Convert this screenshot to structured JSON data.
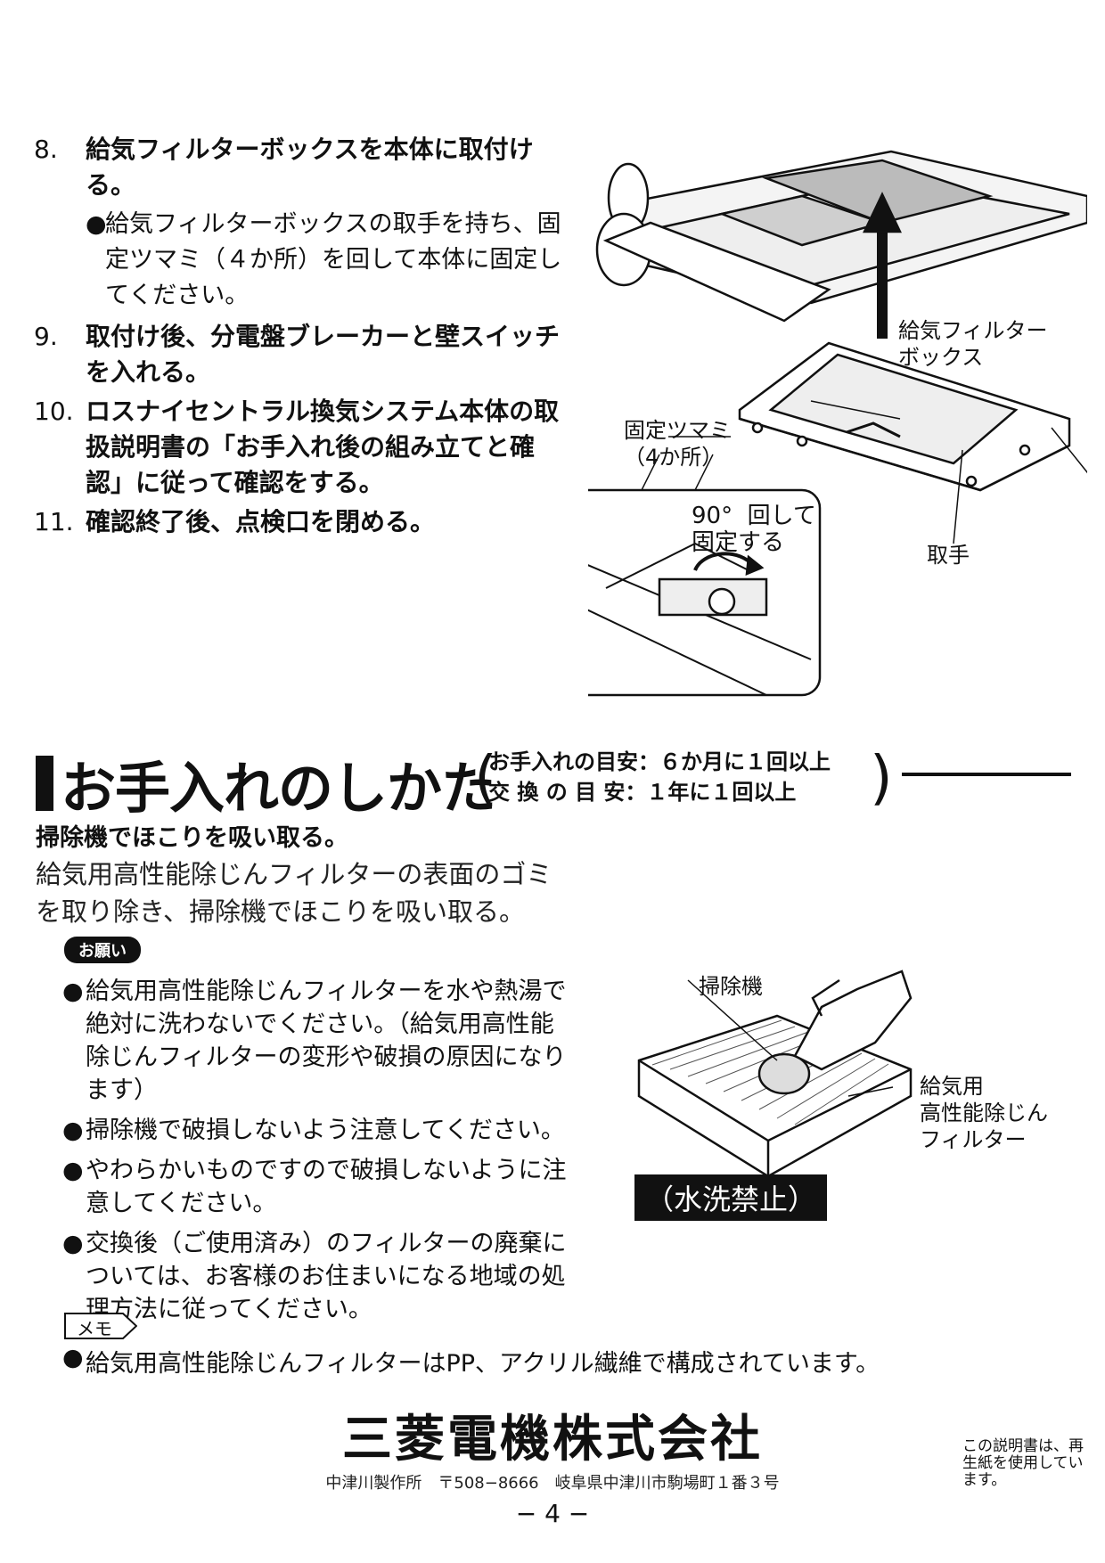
{
  "steps": [
    {
      "num": "8.",
      "text": "給気フィルターボックスを本体に取付ける。",
      "sub": "給気フィルターボックスの取手を持ち、固定ツマミ（４か所）を回して本体に固定してください。"
    },
    {
      "num": "9.",
      "text": "取付け後、分電盤ブレーカーと壁スイッチを入れる。"
    },
    {
      "num": "10.",
      "text": "ロスナイセントラル換気システム本体の取扱説明書の「お手入れ後の組み立てと確認」に従って確認をする。"
    },
    {
      "num": "11.",
      "text": "確認終了後、点検口を閉める。"
    }
  ],
  "bullet": "●",
  "figure1": {
    "label_box": "給気フィルター\nボックス",
    "label_knob": "固定ツマミ\n（4か所）",
    "label_rotate": "90°  回して\n固定する",
    "label_handle": "取手"
  },
  "section": {
    "title": "お手入れのしかた",
    "freq_line1": "お手入れの目安：６か月に１回以上",
    "freq_line2": "交 換 の 目 安：１年に１回以上",
    "paren_open": "(",
    "paren_close": ")",
    "subhead": "掃除機でほこりを吸い取る。",
    "lead": "給気用高性能除じんフィルターの表面のゴミを取り除き、掃除機でほこりを吸い取る。",
    "request_label": "お願い",
    "notes": [
      "給気用高性能除じんフィルターを水や熱湯で絶対に洗わないでください。（給気用高性能除じんフィルターの変形や破損の原因になります）",
      "掃除機で破損しないよう注意してください。",
      "やわらかいものですので破損しないように注意してください。",
      "交換後（ご使用済み）のフィルターの廃棄については、お客様のお住まいになる地域の処理方法に従ってください。"
    ],
    "memo_label": "メモ",
    "memo": "給気用高性能除じんフィルターはPP、アクリル繊維で構成されています。"
  },
  "figure2": {
    "label_vacuum": "掃除機",
    "label_filter": "給気用\n高性能除じん\nフィルター",
    "no_wash": "（水洗禁止）"
  },
  "footer": {
    "company": "三菱電機株式会社",
    "address": "中津川製作所　〒508−8666　岐阜県中津川市駒場町１番３号",
    "page": "− 4 −",
    "recycle": "この説明書は、再生紙を使用しています。"
  }
}
